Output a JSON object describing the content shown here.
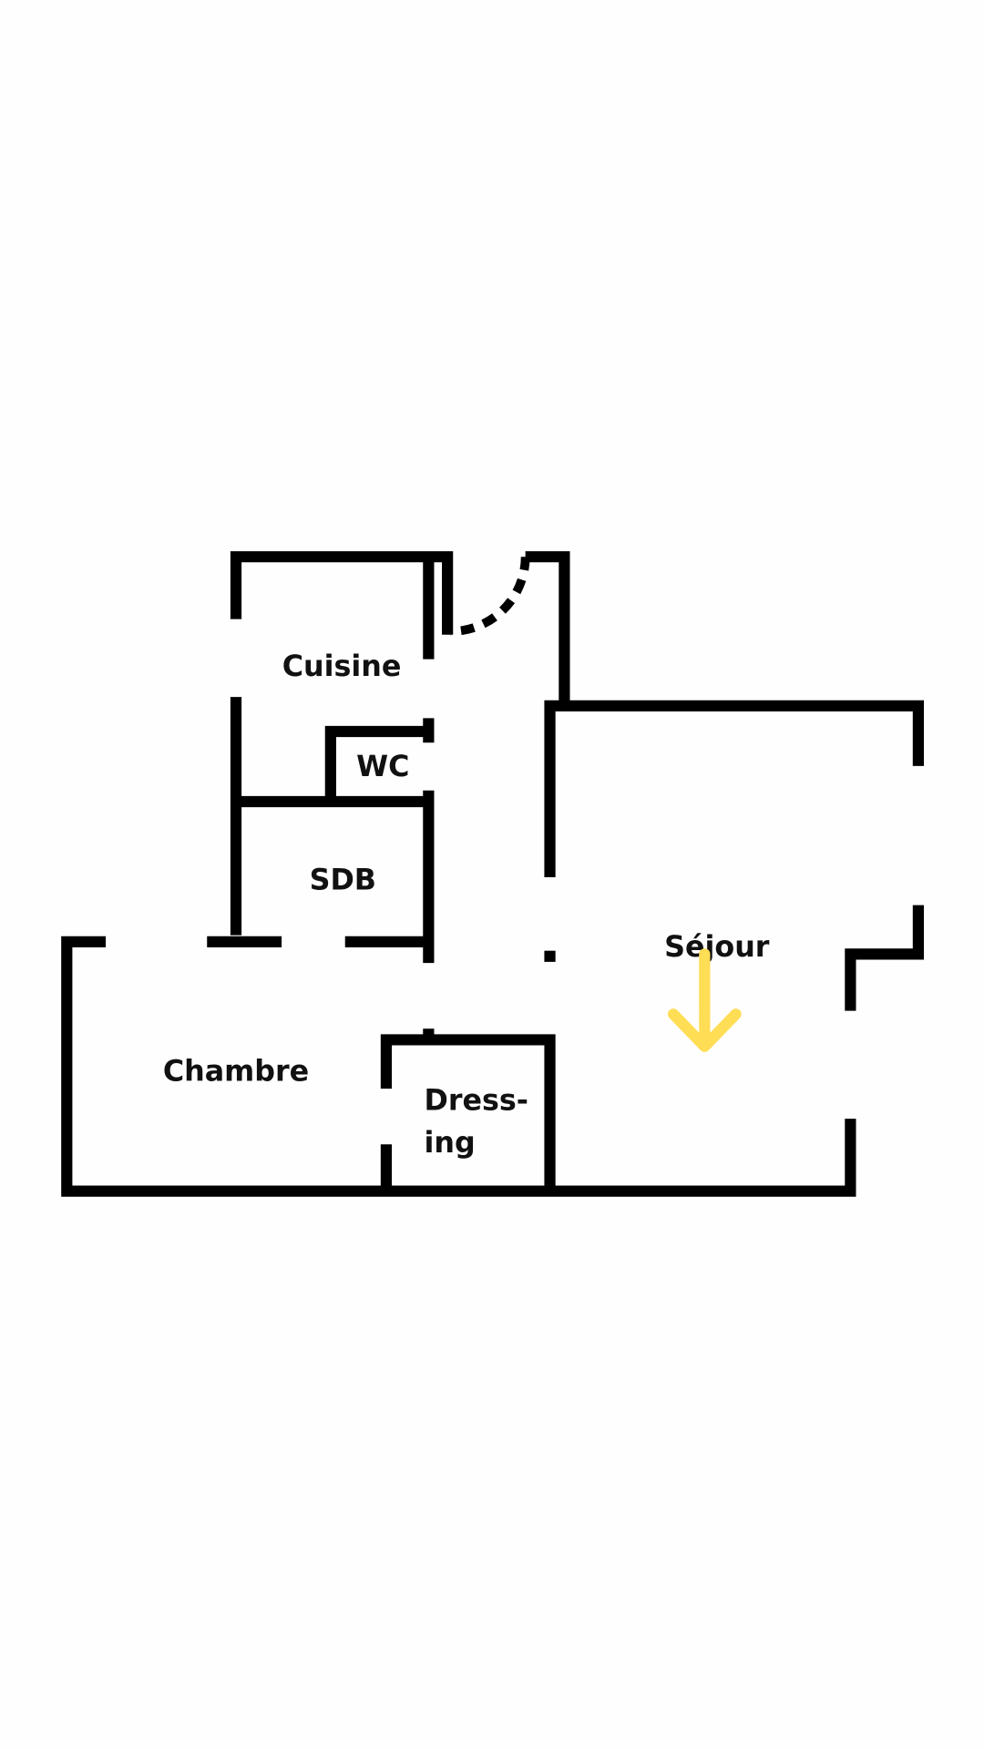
{
  "plan": {
    "rooms": {
      "cuisine": "Cuisine",
      "wc": "WC",
      "sdb": "SDB",
      "sejour": "Séjour",
      "chambre": "Chambre",
      "dressing_line1": "Dress-",
      "dressing_line2": "ing"
    },
    "colors": {
      "walls": "#000000",
      "arrow": "#FFDD55",
      "background": "#FEFEFE"
    },
    "arrow_icon": "arrow-down-icon"
  }
}
